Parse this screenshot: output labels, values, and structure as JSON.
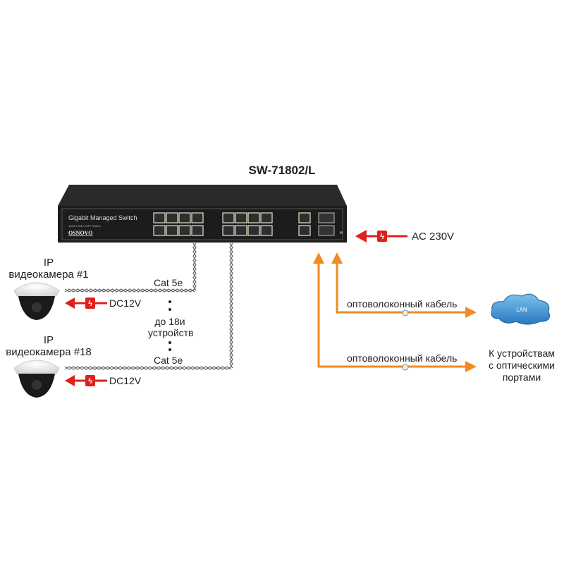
{
  "title": "SW-71802/L",
  "switch": {
    "label": "Gigabit Managed Switch",
    "sublabel": "16GE+2GE+2SFP Switch",
    "brand": "OSNOVO",
    "ports_rj45": 18,
    "ports_sfp": 2
  },
  "cameras": [
    {
      "line1": "IP",
      "line2": "видеокамера  #1",
      "cable": "Cat 5e",
      "power": "DC12V"
    },
    {
      "line1": "IP",
      "line2": "видеокамера  #18",
      "cable": "Cat 5e",
      "power": "DC12V"
    }
  ],
  "middle_note": {
    "line1": "до 18и",
    "line2": "устройств"
  },
  "power_in": "AC 230V",
  "fiber_links": [
    {
      "cable": "оптоволоконный кабель",
      "target": "LAN"
    },
    {
      "cable": "оптоволоконный кабель",
      "target_lines": [
        "К устройствам",
        "с оптическими",
        "портами"
      ]
    }
  ],
  "colors": {
    "power_arrow": "#e0201c",
    "fiber_arrow": "#f08a24",
    "cloud": "#3a8fd0",
    "switch_body": "#1c1c1c"
  }
}
